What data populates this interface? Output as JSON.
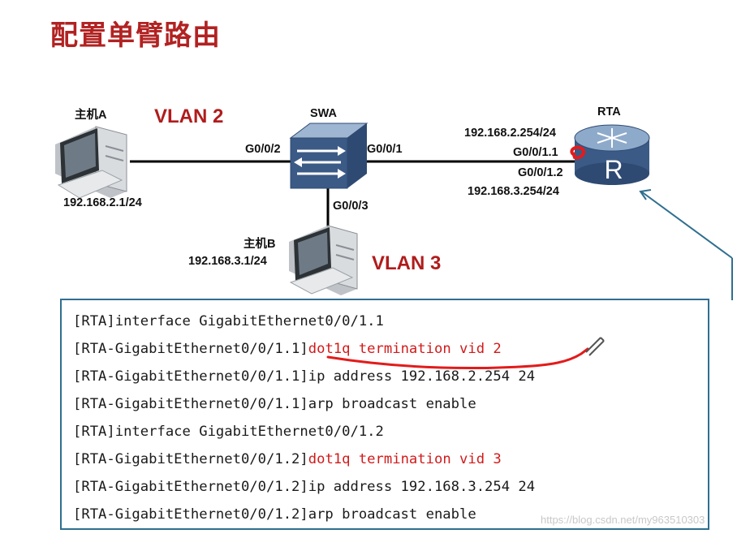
{
  "title": "配置单臂路由",
  "hosts": {
    "host_a": {
      "name": "主机A",
      "ip": "192.168.2.1/24"
    },
    "host_b": {
      "name": "主机B",
      "ip": "192.168.3.1/24"
    }
  },
  "switch": {
    "name": "SWA",
    "ports": {
      "p2": "G0/0/2",
      "p1": "G0/0/1",
      "p3": "G0/0/3"
    }
  },
  "router": {
    "name": "RTA",
    "subif1": "G0/0/1.1",
    "subif2": "G0/0/1.2",
    "ip1": "192.168.2.254/24",
    "ip2": "192.168.3.254/24",
    "icon_letter": "R"
  },
  "vlans": {
    "vlan2": "VLAN 2",
    "vlan3": "VLAN 3"
  },
  "config": [
    {
      "prefix": "[RTA]interface GigabitEthernet0/0/1.1",
      "cmd": ""
    },
    {
      "prefix": "[RTA-GigabitEthernet0/0/1.1]",
      "cmd": "dot1q termination vid 2"
    },
    {
      "prefix": "[RTA-GigabitEthernet0/0/1.1]ip address 192.168.2.254 24",
      "cmd": ""
    },
    {
      "prefix": "[RTA-GigabitEthernet0/0/1.1]arp broadcast enable",
      "cmd": ""
    },
    {
      "prefix": "[RTA]interface GigabitEthernet0/0/1.2",
      "cmd": ""
    },
    {
      "prefix": "[RTA-GigabitEthernet0/0/1.2]",
      "cmd": "dot1q termination vid 3"
    },
    {
      "prefix": "[RTA-GigabitEthernet0/0/1.2]ip address 192.168.3.254 24",
      "cmd": ""
    },
    {
      "prefix": "[RTA-GigabitEthernet0/0/1.2]arp broadcast enable",
      "cmd": ""
    }
  ],
  "watermark": "https://blog.csdn.net/my963510303",
  "colors": {
    "title": "#b22222",
    "vlan": "#b01c1c",
    "command": "#d11a1a",
    "annotation": "#e31b1b",
    "connector": "#2f6f8f",
    "device": "#3c5a86"
  }
}
